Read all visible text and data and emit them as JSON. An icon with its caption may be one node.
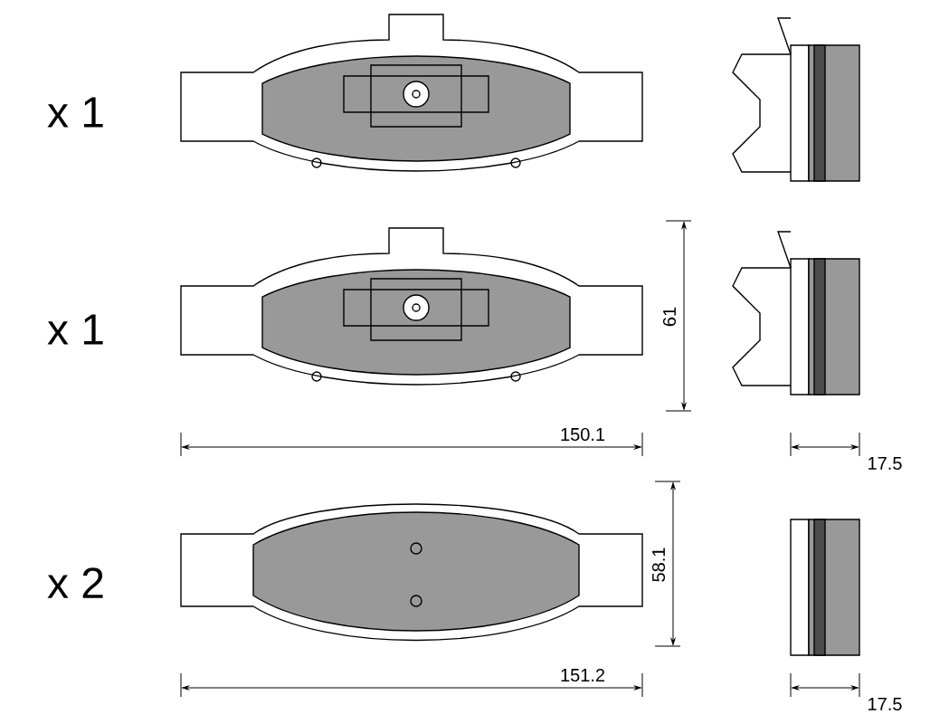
{
  "diagram": {
    "labels": [
      "x 1",
      "x 1",
      "150.1",
      "61",
      "17.5",
      "x 2",
      "58.1",
      "151.2",
      "17.5"
    ]
  }
}
